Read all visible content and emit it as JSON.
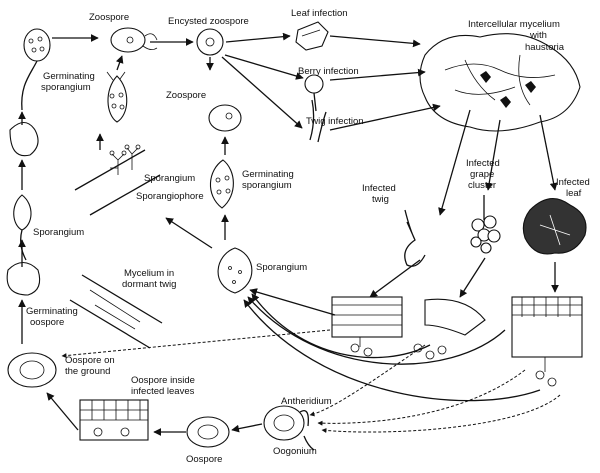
{
  "labels": {
    "zoospore_top": "Zoospore",
    "encysted_zoospore": "Encysted zoospore",
    "leaf_infection": "Leaf  infection",
    "intercellular_mycelium_1": "Intercellular mycelium",
    "intercellular_mycelium_2": "with",
    "intercellular_mycelium_3": "haustoria",
    "germinating_sporangium_top_1": "Germinating",
    "germinating_sporangium_top_2": "sporangium",
    "berry_infection": "Berry infection",
    "zoospore_mid": "Zoospore",
    "twig_infection": "Twig infection",
    "sporangium_mid": "Sporangium",
    "sporangiophore": "Sporangiophore",
    "germinating_sporangium_mid_1": "Germinating",
    "germinating_sporangium_mid_2": "sporangium",
    "infected_twig_1": "Infected",
    "infected_twig_2": "twig",
    "infected_grape_1": "Infected",
    "infected_grape_2": "grape",
    "infected_grape_3": "cluster",
    "infected_leaf_1": "Infected",
    "infected_leaf_2": "leaf",
    "sporangium_left": "Sporangium",
    "sporangium_center": "Sporangium",
    "mycelium_dormant_1": "Mycelium in",
    "mycelium_dormant_2": "dormant twig",
    "germinating_oospore_1": "Germinating",
    "germinating_oospore_2": "oospore",
    "oospore_ground_1": "Oospore on",
    "oospore_ground_2": "the ground",
    "oospore_inside_1": "Oospore inside",
    "oospore_inside_2": "infected leaves",
    "antheridium": "Antheridium",
    "oogonium": "Oogonium",
    "oospore_bottom": "Oospore"
  }
}
